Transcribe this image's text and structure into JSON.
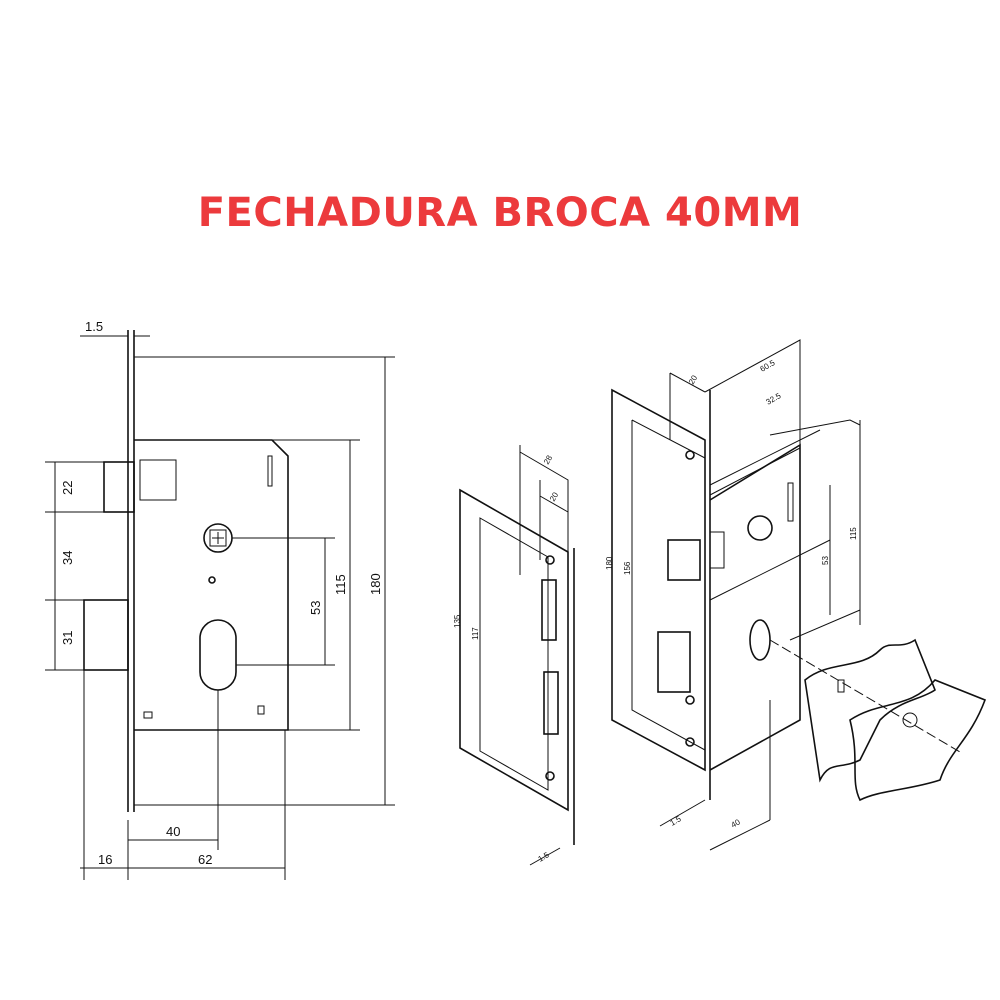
{
  "title": "FECHADURA BROCA 40MM",
  "colors": {
    "title": "#ec3a3c",
    "lines": "#111111",
    "background": "#ffffff"
  },
  "front_view": {
    "dims": {
      "plate_thickness": "1.5",
      "total_height": "180",
      "body_height": "115",
      "handle_to_key": "53",
      "latch": "22",
      "latch_to_bolt": "34",
      "bolt": "31",
      "backset": "40",
      "body_depth": "62",
      "bolt_throw": "16"
    }
  },
  "strike_plate_view": {
    "dims": {
      "width_outer": "28",
      "width_inner": "20",
      "height_outer": "135",
      "height_inner": "117",
      "thickness": "1.5"
    }
  },
  "lock_iso_view": {
    "dims": {
      "faceplate_width": "20",
      "body_depth": "60.5",
      "body_width": "32.5",
      "faceplate_height": "180",
      "plate_inner": "156",
      "handle_to_key": "53",
      "body_height": "115",
      "thickness": "1.5",
      "backset": "40"
    }
  }
}
